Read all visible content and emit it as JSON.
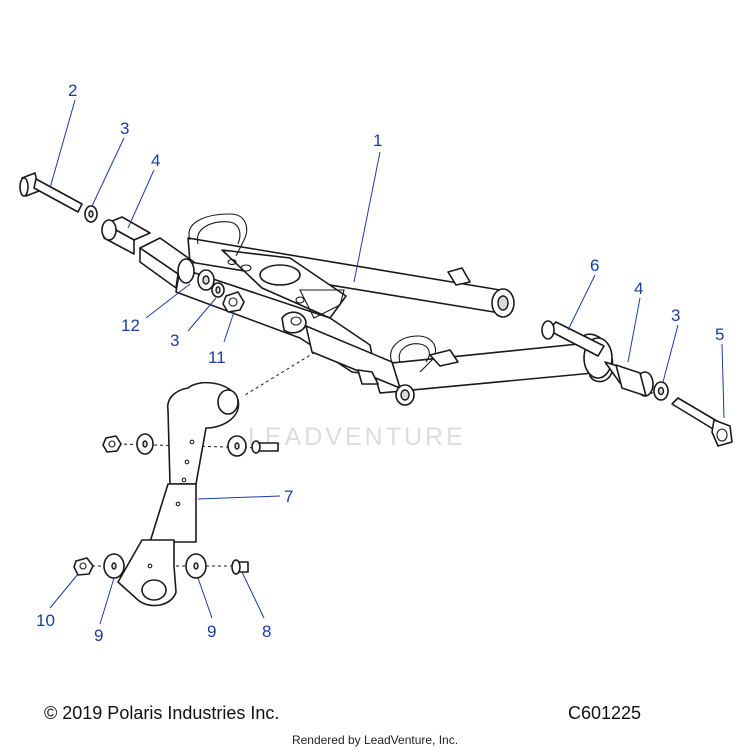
{
  "callouts": [
    "1",
    "2",
    "3",
    "3",
    "3",
    "4",
    "4",
    "5",
    "6",
    "7",
    "8",
    "9",
    "9",
    "10",
    "11",
    "12"
  ],
  "watermark": "LEADVENTURE",
  "footer": {
    "copyright": "© 2019 Polaris Industries Inc.",
    "diagram_code": "C601225",
    "rendered_by": "Rendered by LeadVenture, Inc."
  },
  "colors": {
    "callout": "#1a3e9e",
    "line": "#1a1a1a",
    "watermark": "#dcdcdc"
  }
}
